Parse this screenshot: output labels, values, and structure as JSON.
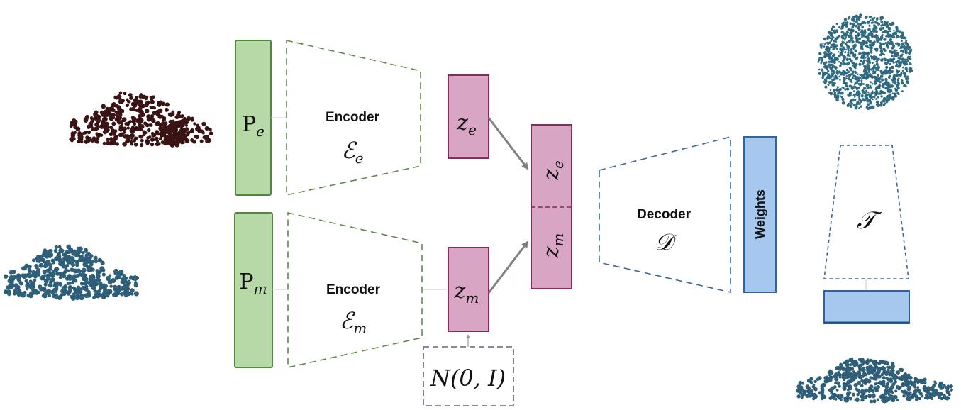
{
  "inputs": {
    "pe": {
      "main": "P",
      "sub": "e"
    },
    "pm": {
      "main": "P",
      "sub": "m"
    }
  },
  "encoders": {
    "top": {
      "label": "Encoder",
      "symbol": "ℰ",
      "sub": "e"
    },
    "bottom": {
      "label": "Encoder",
      "symbol": "ℰ",
      "sub": "m"
    }
  },
  "latents": {
    "ze": {
      "main": "z",
      "sub": "e"
    },
    "zm": {
      "main": "z",
      "sub": "m"
    },
    "concat_top": {
      "main": "z",
      "sub": "e"
    },
    "concat_bottom": {
      "main": "z",
      "sub": "m"
    }
  },
  "noise": {
    "label": "N(0, I)"
  },
  "decoder": {
    "label": "Decoder",
    "symbol": "𝒟"
  },
  "weights": {
    "label": "Weights"
  },
  "template": {
    "symbol": "𝒯"
  },
  "colors": {
    "input_fill": "#b7d9a8",
    "input_stroke": "#4e8a3a",
    "latent_fill": "#d8a6c4",
    "latent_stroke": "#8a2a5a",
    "weights_fill": "#a6c8ee",
    "weights_stroke": "#2c64a8",
    "encoder_dash": "#5f8a4a",
    "decoder_dash": "#3a6a9a",
    "noise_dash": "#6a5a8a",
    "arrow": "#808080",
    "car_dark": "#3a1414",
    "car_blue": "#2f5f78",
    "sphere": "#2f6a80"
  }
}
